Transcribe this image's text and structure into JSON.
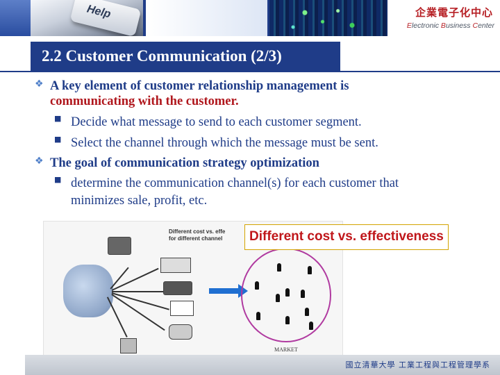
{
  "header": {
    "key_label": "Help",
    "center_name": "企業電子化中心",
    "center_sub_parts": [
      "E",
      "lectronic ",
      "B",
      "usiness ",
      "C",
      "enter"
    ]
  },
  "slide": {
    "title": "2.2 Customer Communication (2/3)",
    "bullets": [
      {
        "text": "A key element of customer relationship management is",
        "continuation": "communicating with the customer.",
        "sub": [
          "Decide what message to send to each customer segment.",
          "Select the channel through which the message must be sent."
        ]
      },
      {
        "text": "The goal of communication strategy optimization",
        "sub": [
          "determine the communication channel(s) for each customer that",
          "minimizes sale, profit, etc."
        ]
      }
    ]
  },
  "figure": {
    "caption": "Different cost vs. effe\nfor different channel",
    "market_label": "MARKET",
    "callout": "Different cost vs. effectiveness"
  },
  "footer": {
    "institution": "國立清華大學 工業工程與工程管理學系"
  },
  "colors": {
    "title_bar": "#1f3c88",
    "emphasis_red": "#b0171d",
    "bullet_blue": "#1f3c88",
    "callout_border": "#d3a300"
  }
}
